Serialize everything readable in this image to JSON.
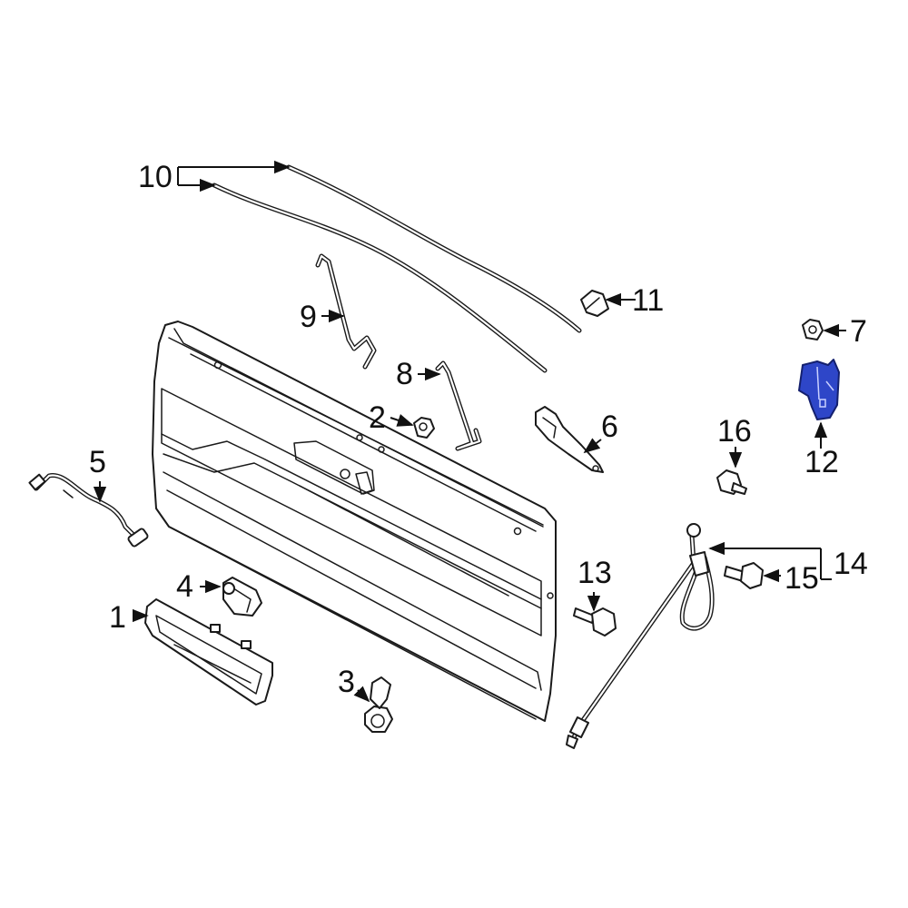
{
  "diagram": {
    "highlight_color": "#2e46c8",
    "callouts": [
      {
        "id": "1",
        "text": "1"
      },
      {
        "id": "2",
        "text": "2"
      },
      {
        "id": "3",
        "text": "3"
      },
      {
        "id": "4",
        "text": "4"
      },
      {
        "id": "5",
        "text": "5"
      },
      {
        "id": "6",
        "text": "6"
      },
      {
        "id": "7",
        "text": "7"
      },
      {
        "id": "8",
        "text": "8"
      },
      {
        "id": "9",
        "text": "9"
      },
      {
        "id": "10",
        "text": "10"
      },
      {
        "id": "11",
        "text": "11"
      },
      {
        "id": "12",
        "text": "12"
      },
      {
        "id": "13",
        "text": "13"
      },
      {
        "id": "14",
        "text": "14"
      },
      {
        "id": "15",
        "text": "15"
      },
      {
        "id": "16",
        "text": "16"
      }
    ],
    "highlighted_part": "12"
  }
}
